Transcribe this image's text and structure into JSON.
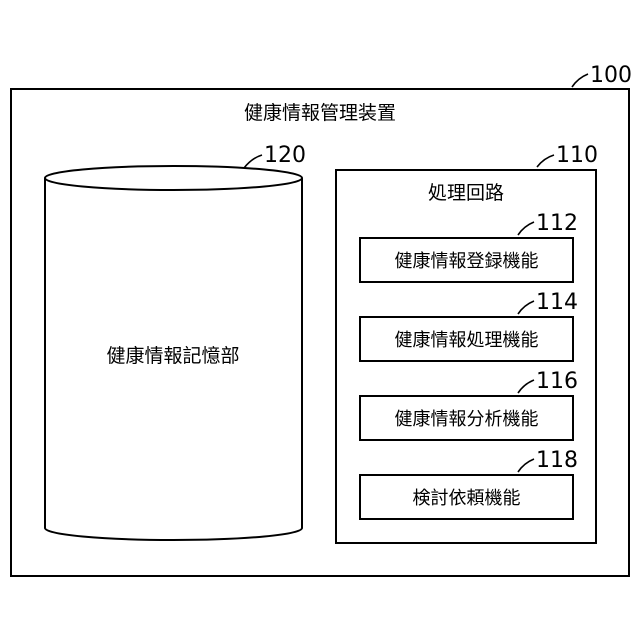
{
  "device": {
    "ref": "100",
    "title": "健康情報管理装置"
  },
  "storage": {
    "ref": "120",
    "label": "健康情報記憶部"
  },
  "processing_circuit": {
    "ref": "110",
    "title": "処理回路",
    "functions": [
      {
        "ref": "112",
        "label": "健康情報登録機能"
      },
      {
        "ref": "114",
        "label": "健康情報処理機能"
      },
      {
        "ref": "116",
        "label": "健康情報分析機能"
      },
      {
        "ref": "118",
        "label": "検討依頼機能"
      }
    ]
  }
}
